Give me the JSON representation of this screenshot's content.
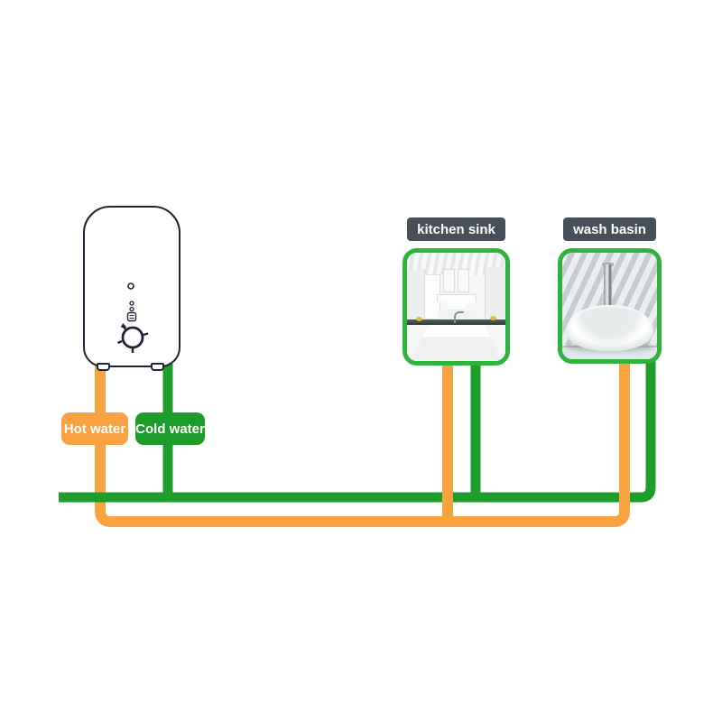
{
  "badges": {
    "hot_label": "Hot water",
    "cold_label": "Cold water"
  },
  "fixtures": {
    "kitchen_label": "kitchen sink",
    "basin_label": "wash basin"
  },
  "colors": {
    "hot_pipe": "#F7A440",
    "cold_pipe": "#1F9D2B",
    "hot_badge": "#F8A243",
    "cold_badge": "#1E9C29",
    "photo_frame": "#2EB43C",
    "fixture_label_bg": "#475059",
    "fixture_label_text": "#FFFFFF",
    "badge_text": "#FFFFFF",
    "heater_outline": "#1D2535",
    "background": "#FFFFFF"
  }
}
